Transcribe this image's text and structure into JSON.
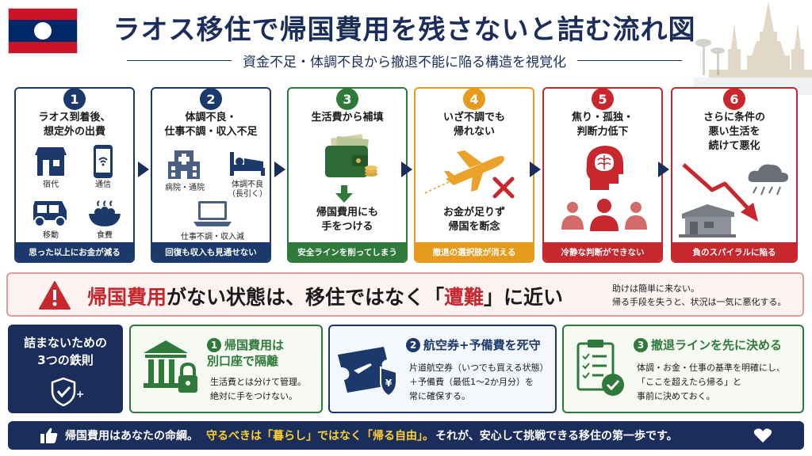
{
  "header": {
    "title": "ラオス移住で帰国費用を残さないと詰む流れ図",
    "subtitle": "資金不足・体調不良から撤退不能に陥る構造を視覚化"
  },
  "steps": [
    {
      "number": "1",
      "heading": "ラオス到着後、\n想定外の出費",
      "items": [
        "宿代",
        "通信",
        "移動",
        "食費"
      ],
      "footer": "思った以上にお金が減る"
    },
    {
      "number": "2",
      "heading": "体調不良・\n仕事不調・収入不足",
      "items": [
        "病院・通院",
        "体調不良\n（長引く）",
        "仕事不調・収入減"
      ],
      "footer": "回復も収入も見通せない"
    },
    {
      "number": "3",
      "heading": "生活費から補填",
      "body": "帰国費用にも\n手をつける",
      "footer": "安全ラインを削ってしまう"
    },
    {
      "number": "4",
      "heading": "いざ不調でも\n帰れない",
      "body": "お金が足りず\n帰国を断念",
      "footer": "撤退の選択肢が消える"
    },
    {
      "number": "5",
      "heading": "焦り・孤独・\n判断力低下",
      "footer": "冷静な判断ができない"
    },
    {
      "number": "6",
      "heading": "さらに条件の\n悪い生活を\n続けて悪化",
      "footer": "負のスパイラルに陥る"
    }
  ],
  "warning": {
    "main_red": "帰国費用",
    "main_rest": "がない状態は、移住ではなく「",
    "main_red2": "遭難",
    "main_end": "」に近い",
    "side": "助けは簡単に来ない。\n帰る手段を失うと、状況は一気に悪化する。"
  },
  "rules_title": "詰まないための\n3つの鉄則",
  "rules": [
    {
      "number": "1",
      "title": "帰国費用は\n別口座で隔離",
      "desc": "生活費とは分けて管理。\n絶対に手をつけない。"
    },
    {
      "number": "2",
      "title": "航空券+予備費を死守",
      "desc": "片道航空券（いつでも買える状態）\n＋予備費（最低1〜2か月分）を\n常に確保する。"
    },
    {
      "number": "3",
      "title": "撤退ラインを先に決める",
      "desc": "体調・お金・仕事の基準を明確にし、\n「ここを超えたら帰る」と\n事前に決めておく。"
    }
  ],
  "bottom": {
    "part1": "帰国費用はあなたの命綱。",
    "part2": "守るべきは「暮らし」ではなく「帰る自由」。",
    "part3": "それが、安心して挑戦できる移住の第一歩です。"
  },
  "colors": {
    "navy": "#1b2d5a",
    "green": "#2f7a3a",
    "orange": "#e79b1d",
    "red": "#c8282d",
    "yellow": "#ffd02e"
  }
}
